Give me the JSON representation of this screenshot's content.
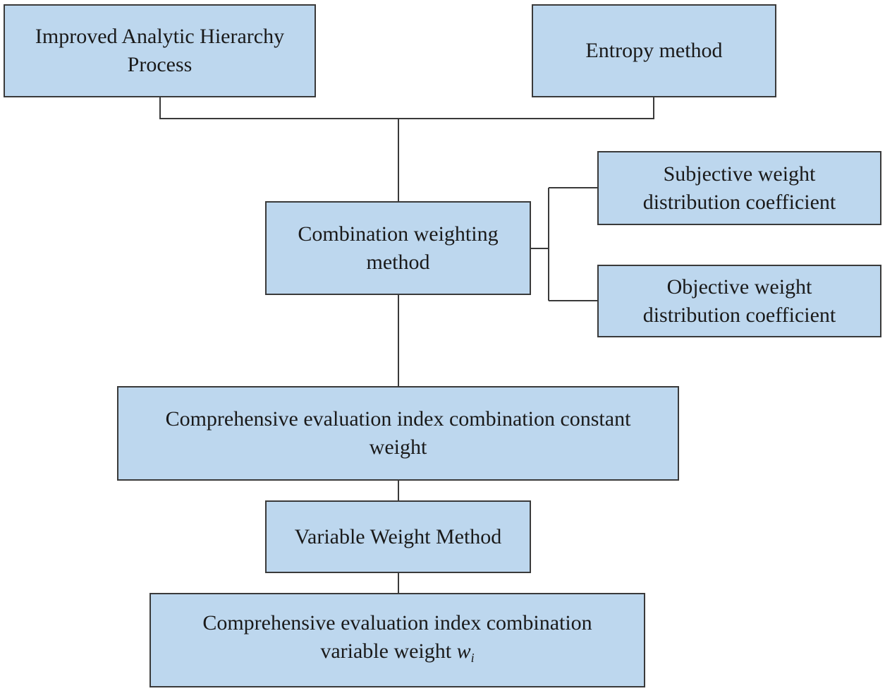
{
  "nodes": {
    "ahp": {
      "line1": "Improved Analytic Hierarchy",
      "line2": "Process"
    },
    "entropy": {
      "line1": "Entropy method"
    },
    "subjective": {
      "line1": "Subjective weight",
      "line2": "distribution coefficient"
    },
    "objective": {
      "line1": "Objective weight",
      "line2": "distribution coefficient"
    },
    "combination": {
      "line1": "Combination weighting",
      "line2": "method"
    },
    "constant": {
      "line1": "Comprehensive evaluation index combination constant",
      "line2": "weight"
    },
    "variable_method": {
      "line1": "Variable Weight Method"
    },
    "variable_weight": {
      "line1": "Comprehensive evaluation index combination",
      "line2": "variable weight",
      "symbol": "w",
      "subscript": "i"
    }
  },
  "colors": {
    "box_fill": "#bdd7ee",
    "box_border": "#3a3a3a",
    "connector": "#3a3a3a"
  }
}
